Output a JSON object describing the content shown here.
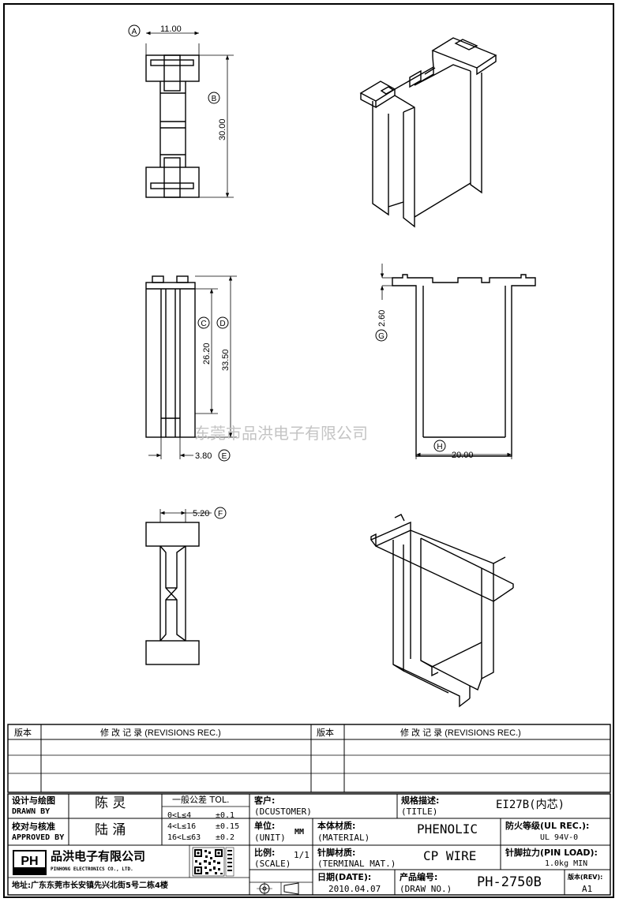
{
  "drawing": {
    "dims": {
      "A": "11.00",
      "B": "30.00",
      "C": "26.20",
      "D": "33.50",
      "E": "3.80",
      "F": "5.20",
      "G": "2.60",
      "H": "20.00"
    },
    "labels": {
      "A": "A",
      "B": "B",
      "C": "C",
      "D": "D",
      "E": "E",
      "F": "F",
      "G": "G",
      "H": "H"
    },
    "watermark": "东莞市品洪电子有限公司"
  },
  "revisions": {
    "col_version": "版本",
    "col_record": "修 改 记 录 (REVISIONS REC.)"
  },
  "title_block": {
    "designed_by_cn": "设计与绘图",
    "designed_by_en": "DRAWN BY",
    "designer": "陈 灵",
    "approved_cn": "校对与核准",
    "approved_en": "APPROVED BY",
    "approver": "陆 涌",
    "tol_title": "一般公差 TOL.",
    "tol": [
      {
        "range": "0<L≤4",
        "val": "±0.1"
      },
      {
        "range": "4<L≤16",
        "val": "±0.15"
      },
      {
        "range": "16<L≤63",
        "val": "±0.2"
      }
    ],
    "customer_cn": "客户:",
    "customer_en": "(DCUSTOMER)",
    "spec_cn": "规格描述:",
    "spec_en": "(TITLE)",
    "spec_value": "EI27B(内芯)",
    "unit_cn": "单位:",
    "unit_en": "(UNIT)",
    "unit_value": "MM",
    "material_cn": "本体材质:",
    "material_en": "(MATERIAL)",
    "material_value": "PHENOLIC",
    "fire_cn": "防火等级(UL REC.):",
    "fire_value": "UL 94V-0",
    "company_logo": "PH",
    "company_cn": "品洪电子有限公司",
    "company_en": "PINHONG ELECTRONICS CO., LTD.",
    "address": "地址:广东东莞市长安镇先兴北街5号二栋4楼",
    "scale_cn": "比例:",
    "scale_en": "(SCALE)",
    "scale_value": "1/1",
    "terminal_cn": "针脚材质:",
    "terminal_en": "(TERMINAL MAT.)",
    "terminal_value": "CP WIRE",
    "pinload_cn": "针脚拉力(PIN LOAD):",
    "pinload_value": "1.0kg MIN",
    "date_cn": "日期(DATE):",
    "date_value": "2010.04.07",
    "drawno_cn": "产品编号:",
    "drawno_en": "(DRAW NO.)",
    "drawno_value": "PH-2750B",
    "rev_cn": "版本(REV):",
    "rev_value": "A1"
  }
}
